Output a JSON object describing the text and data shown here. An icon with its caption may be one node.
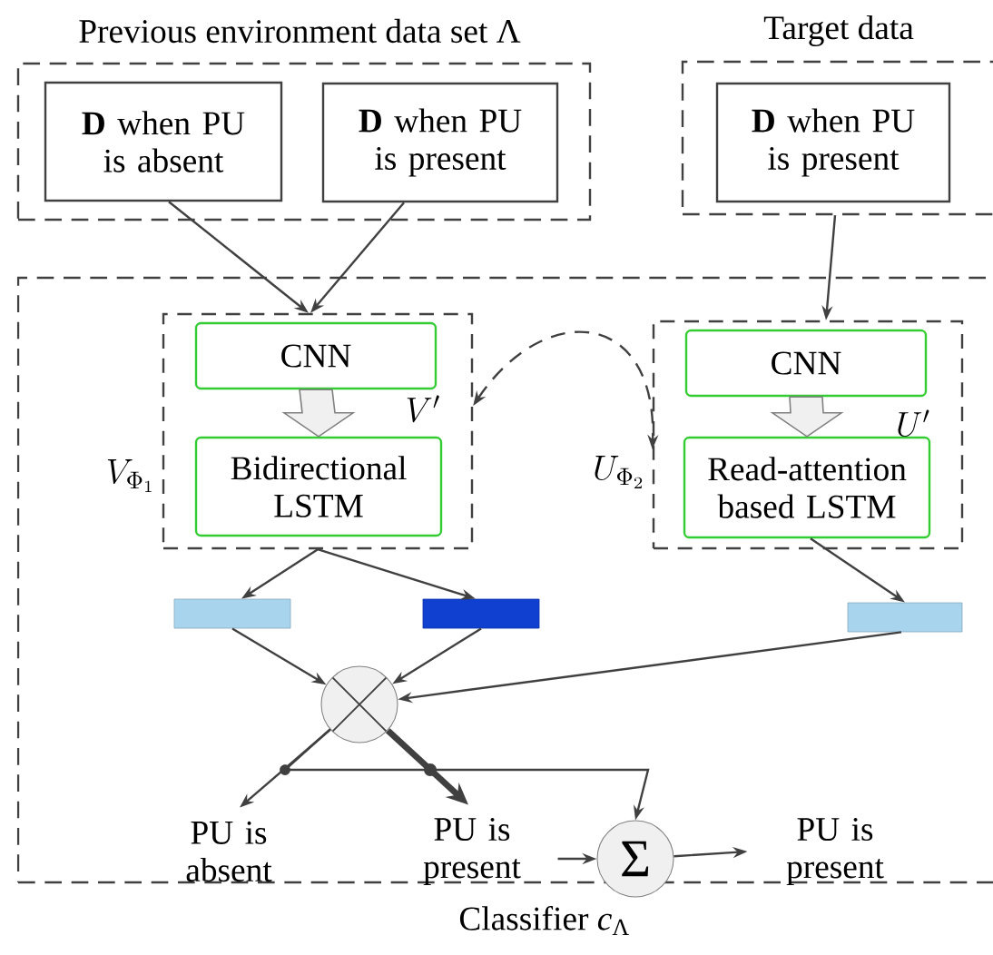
{
  "diagram": {
    "nodes": [
      {
        "text": [
          "Previous environment data set Λ"
        ]
      },
      {
        "text": [
          "**D** when PU is absent"
        ],
        "in": 0
      },
      {
        "text": [
          "**D** when PU is present"
        ],
        "in": 0
      },
      {
        "text": [
          "Target data"
        ]
      },
      {
        "text": [
          "**D** when PU is present"
        ],
        "in": 3
      },
      {
        "text": [
          "Classifier *c*$_{Λ}$"
        ]
      },
      {
        "text": [],
        "shape": "box",
        "in": 5,
        "beside": [
          "V_{\\Phi_1}",
          "V'"
        ]
      },
      {
        "text": [
          "CNN"
        ],
        "in": 6
      },
      {
        "text": [
          "Bidirectional LSTM"
        ],
        "in": 6
      },
      {
        "text": [],
        "shape": "box",
        "in": 5,
        "beside": [
          "U_{\\Phi_2}",
          "U'"
        ]
      },
      {
        "text": [
          "CNN"
        ],
        "in": 9
      },
      {
        "text": [
          "Read-attention based LSTM"
        ],
        "in": 9
      },
      {
        "text": [],
        "shape": "bar",
        "in": 5
      },
      {
        "text": [],
        "shape": "bar",
        "in": 5
      },
      {
        "text": [],
        "shape": "bar",
        "in": 5
      },
      {
        "text": [],
        "shape": "circle",
        "in": 5
      },
      {
        "text": [
          "PU is absent"
        ],
        "in": 5
      },
      {
        "text": [
          "PU is present"
        ],
        "in": 5
      },
      {
        "text": [
          "Σ"
        ]
      },
      {
        "text": [
          "PU is present"
        ],
        "in": 5
      }
    ],
    "edges": [
      {
        "from": 1,
        "to": 6,
        "arrow": "to"
      },
      {
        "from": 2,
        "to": 6,
        "arrow": "to"
      },
      {
        "from": 3,
        "to": 9,
        "arrow": "to"
      },
      {
        "from": 7,
        "to": 8,
        "arrow": "to"
      },
      {
        "from": 10,
        "to": 11,
        "arrow": "to"
      },
      {
        "from": 6,
        "to": 9,
        "arrow": "both",
        "style": "dashed"
      },
      {
        "from": 6,
        "to": 12,
        "arrow": "to"
      },
      {
        "from": 6,
        "to": 13,
        "arrow": "to"
      },
      {
        "from": 11,
        "to": 14,
        "arrow": "to"
      },
      {
        "from": 12,
        "to": 15,
        "arrow": "to"
      },
      {
        "from": 13,
        "to": 15,
        "arrow": "to"
      },
      {
        "from": 14,
        "to": 15,
        "arrow": "to"
      },
      {
        "from": 15,
        "to": 16,
        "arrow": "to"
      },
      {
        "from": 15,
        "to": 17,
        "arrow": "to",
        "style": "thick"
      },
      {
        "from": 15,
        "to": 18,
        "arrow": "to"
      },
      {
        "from": 17,
        "to": 18,
        "arrow": "to"
      },
      {
        "from": 18,
        "to": 19,
        "arrow": "to"
      }
    ]
  }
}
